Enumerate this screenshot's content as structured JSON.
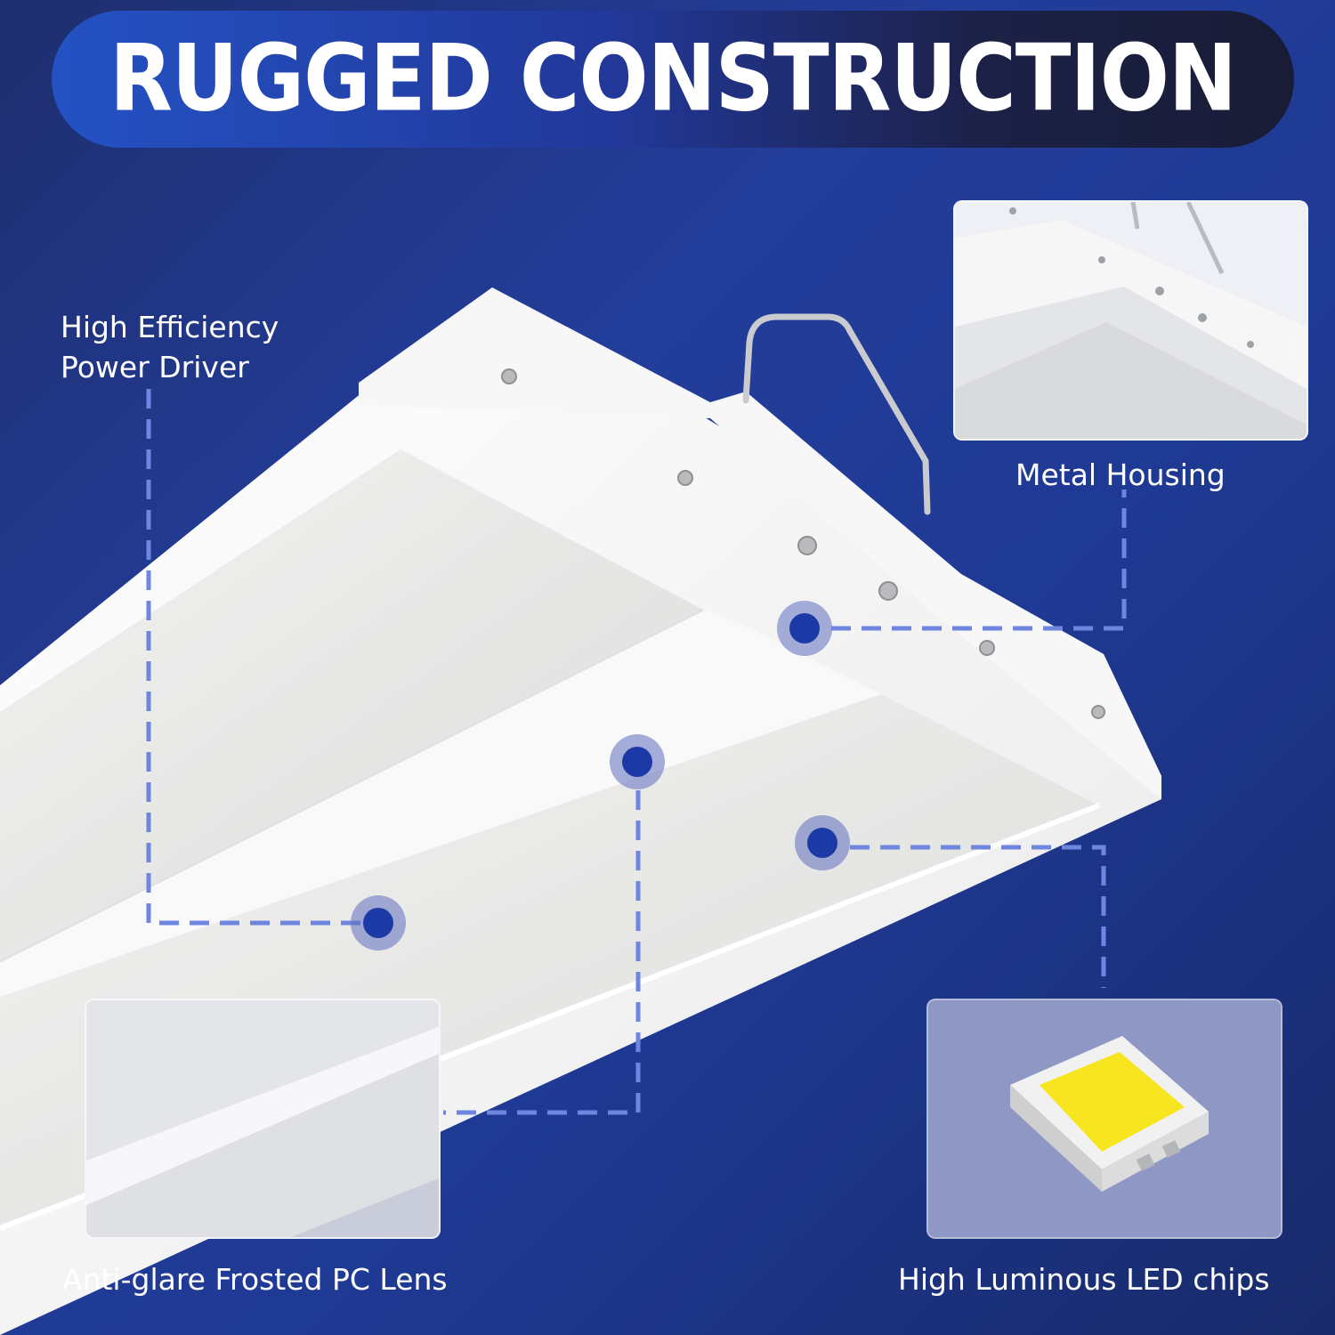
{
  "banner": {
    "title": "RUGGED CONSTRUCTION"
  },
  "callouts": {
    "driver": {
      "label_line1": "High Efficiency",
      "label_line2": "Power Driver",
      "icon": "power-driver-icon"
    },
    "housing": {
      "label": "Metal Housing",
      "icon": "metal-housing-icon"
    },
    "lens": {
      "label": "Anti-glare Frosted PC Lens",
      "icon": "frosted-lens-icon"
    },
    "chips": {
      "label": "High Luminous LED chips",
      "icon": "led-chip-icon"
    }
  },
  "colors": {
    "background": "#223a94",
    "banner_left": "#2452c4",
    "banner_right": "#191c35",
    "marker": "#1b3aa5",
    "leader_line": "#6f86e0",
    "led_phosphor": "#f7e51f"
  }
}
